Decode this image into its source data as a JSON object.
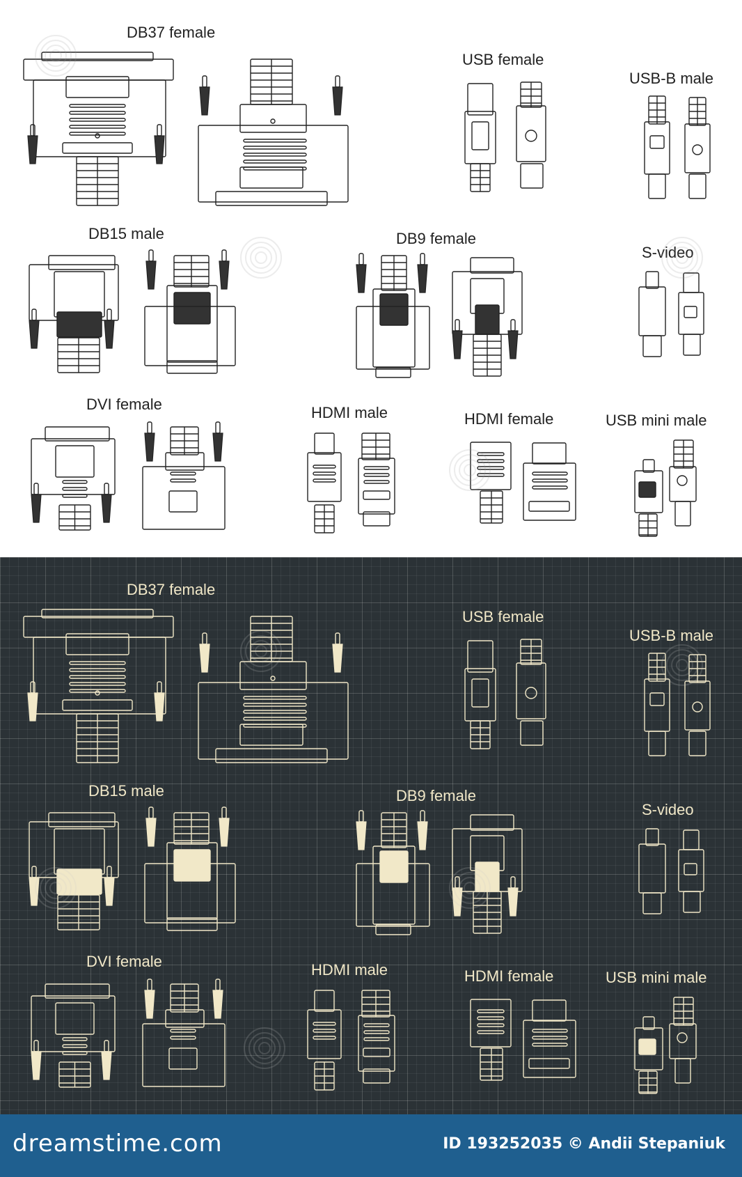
{
  "labels": {
    "db37_female": "DB37 female",
    "usb_female": "USB female",
    "usbb_male": "USB-B male",
    "db15_male": "DB15 male",
    "db9_female": "DB9 female",
    "svideo": "S-video",
    "dvi_female": "DVI female",
    "hdmi_male": "HDMI male",
    "hdmi_female": "HDMI female",
    "usbmini_male": "USB mini male"
  },
  "footer": {
    "brand": "dreamstime.com",
    "credit": "ID 193252035 © Andii Stepaniuk"
  },
  "colors": {
    "light_bg": "#ffffff",
    "light_line": "#222222",
    "dark_bg": "#2b3236",
    "dark_line": "#f1e8c8",
    "footer_bg": "#1f5f8f"
  }
}
